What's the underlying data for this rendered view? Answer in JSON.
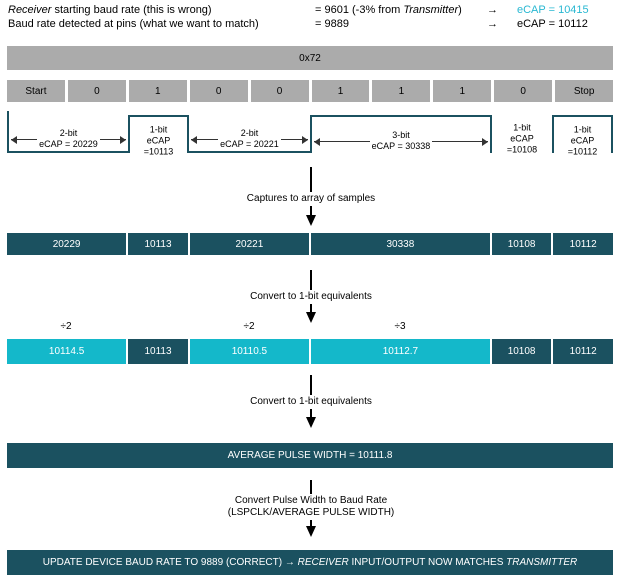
{
  "colors": {
    "dark_teal": "#1B5160",
    "cyan": "#14B8CA",
    "cyan_text": "#29B8D2",
    "gray": "#ABABAB"
  },
  "header": {
    "row1": {
      "label_italic": "Receiver",
      "label_rest": " starting baud rate (this is wrong)",
      "value_pre": "= 9601 (-3% from ",
      "value_italic": "Transmitter",
      "value_post": ")",
      "arrow": "→",
      "ecap": "eCAP = 10415"
    },
    "row2": {
      "label_rest": "Baud rate detected at pins (what we want to match)",
      "value_pre": "= 9889",
      "arrow": "→",
      "ecap": "eCAP = 10112"
    }
  },
  "byte_bar": {
    "label": "0x72"
  },
  "bit_bar": {
    "cells": [
      "Start",
      "0",
      "1",
      "0",
      "0",
      "1",
      "1",
      "1",
      "0",
      "Stop"
    ]
  },
  "waveform": {
    "segments": [
      {
        "duration": "2-bit",
        "ecap": "eCAP = 20229"
      },
      {
        "duration": "1-bit",
        "ecap": "eCAP =10113"
      },
      {
        "duration": "2-bit",
        "ecap": "eCAP = 20221"
      },
      {
        "duration": "3-bit",
        "ecap": "eCAP = 30338"
      },
      {
        "duration": "1-bit",
        "ecap": "eCAP =10108"
      },
      {
        "duration": "1-bit",
        "ecap": "eCAP =10112"
      }
    ]
  },
  "flow": {
    "arrow1": "Captures to array of samples",
    "arrow2": "Convert to 1-bit equivalents",
    "arrow3": "Convert to 1-bit equivalents",
    "arrow4_line1": "Convert Pulse Width to Baud Rate",
    "arrow4_line2": "(LSPCLK/AVERAGE PULSE WIDTH)"
  },
  "samples_bar": {
    "cells": [
      "20229",
      "10113",
      "20221",
      "30338",
      "10108",
      "10112"
    ]
  },
  "divide_row": {
    "labels": [
      "÷2",
      "÷2",
      "÷3"
    ]
  },
  "converted_bar": {
    "cells": [
      "10114.5",
      "10113",
      "10110.5",
      "10112.7",
      "10108",
      "10112"
    ]
  },
  "average_bar": {
    "label": "AVERAGE PULSE WIDTH = 10111.8"
  },
  "final_bar": {
    "pre": "UPDATE DEVICE BAUD RATE TO 9889 (CORRECT) → ",
    "italic1": "RECEIVER",
    "mid": " INPUT/OUTPUT NOW MATCHES ",
    "italic2": "TRANSMITTER"
  }
}
